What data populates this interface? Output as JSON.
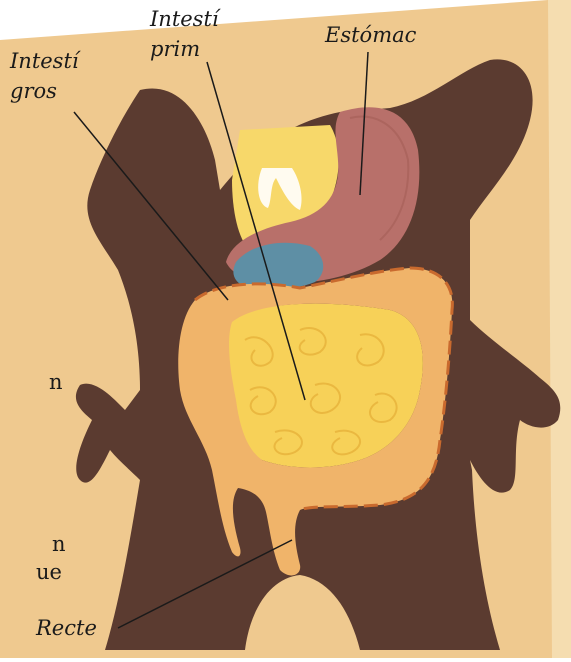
{
  "labels": {
    "intestine_small_line1": "Intestí",
    "intestine_small_line2": "prim",
    "stomach": "Estómac",
    "intestine_large_line1": "Intestí",
    "intestine_large_line2": "gros",
    "rectum": "Recte"
  },
  "cropped_text": {
    "fragment_1": "n",
    "fragment_2": "n",
    "fragment_3": "ue"
  },
  "colors": {
    "background": "#efc98f",
    "body": "#5b3b30",
    "liver": "#f7d86a",
    "stomach": "#b8706a",
    "pancreas": "#5e8fa5",
    "large_intestine": "#f0b46a",
    "small_intestine": "#f7d158"
  }
}
